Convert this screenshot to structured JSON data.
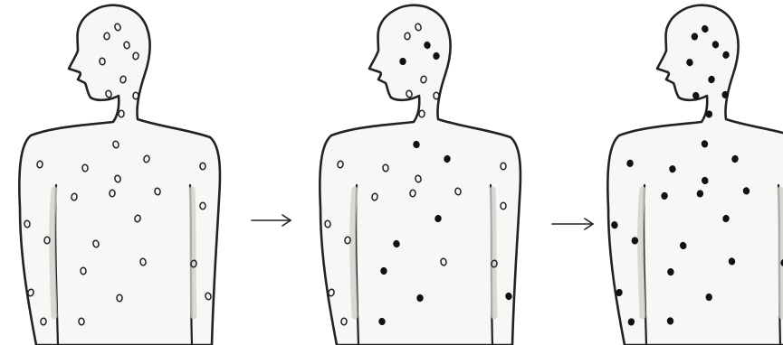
{
  "figure": {
    "stages": [
      {
        "id": "stage-1",
        "open_spots": 31,
        "filled_spots": 0
      },
      {
        "id": "stage-2",
        "open_spots": 20,
        "filled_spots": 11
      },
      {
        "id": "stage-3",
        "open_spots": 0,
        "filled_spots": 31
      }
    ],
    "arrows": [
      {
        "from": "stage-1",
        "to": "stage-2",
        "glyph": "→"
      },
      {
        "from": "stage-2",
        "to": "stage-3",
        "glyph": "→"
      }
    ],
    "colors": {
      "line": "#222222",
      "skin": "#f7f7f5",
      "spot_filled": "#111111"
    }
  }
}
